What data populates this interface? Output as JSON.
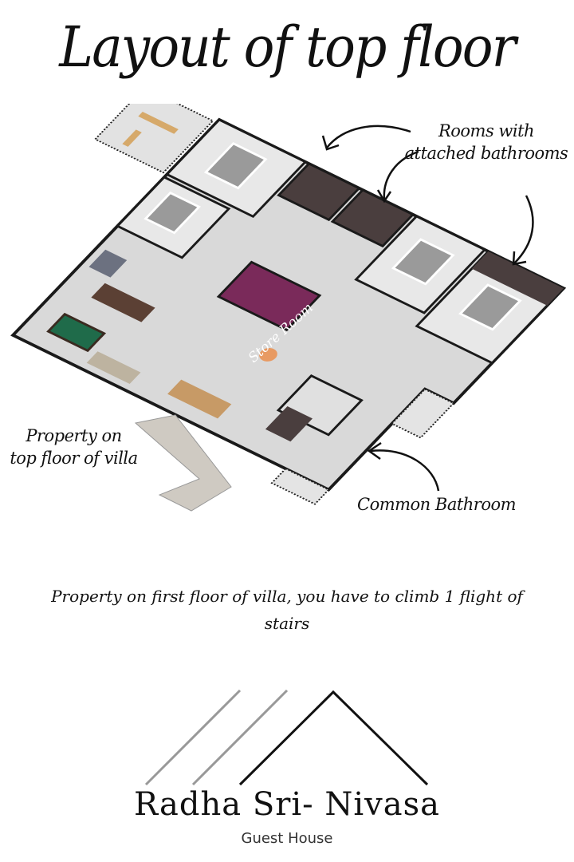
{
  "title": "Layout of top floor",
  "annotations": {
    "rooms_attached_line1": "Rooms with",
    "rooms_attached_line2": "attached bathrooms",
    "property_line1": "Property on",
    "property_line2": "top floor of villa",
    "common_bathroom": "Common Bathroom",
    "store_room": "Store Room"
  },
  "note": "Property on first floor of villa, you have to climb 1 flight of stairs",
  "brand": {
    "name": "Radha Sri- Nivasa",
    "tagline": "Guest House"
  },
  "colors": {
    "store_room": "#7a2a5a",
    "floor": "#d9d9d9",
    "wall": "#1a1a1a",
    "pool_table": "#1f6b4a"
  }
}
